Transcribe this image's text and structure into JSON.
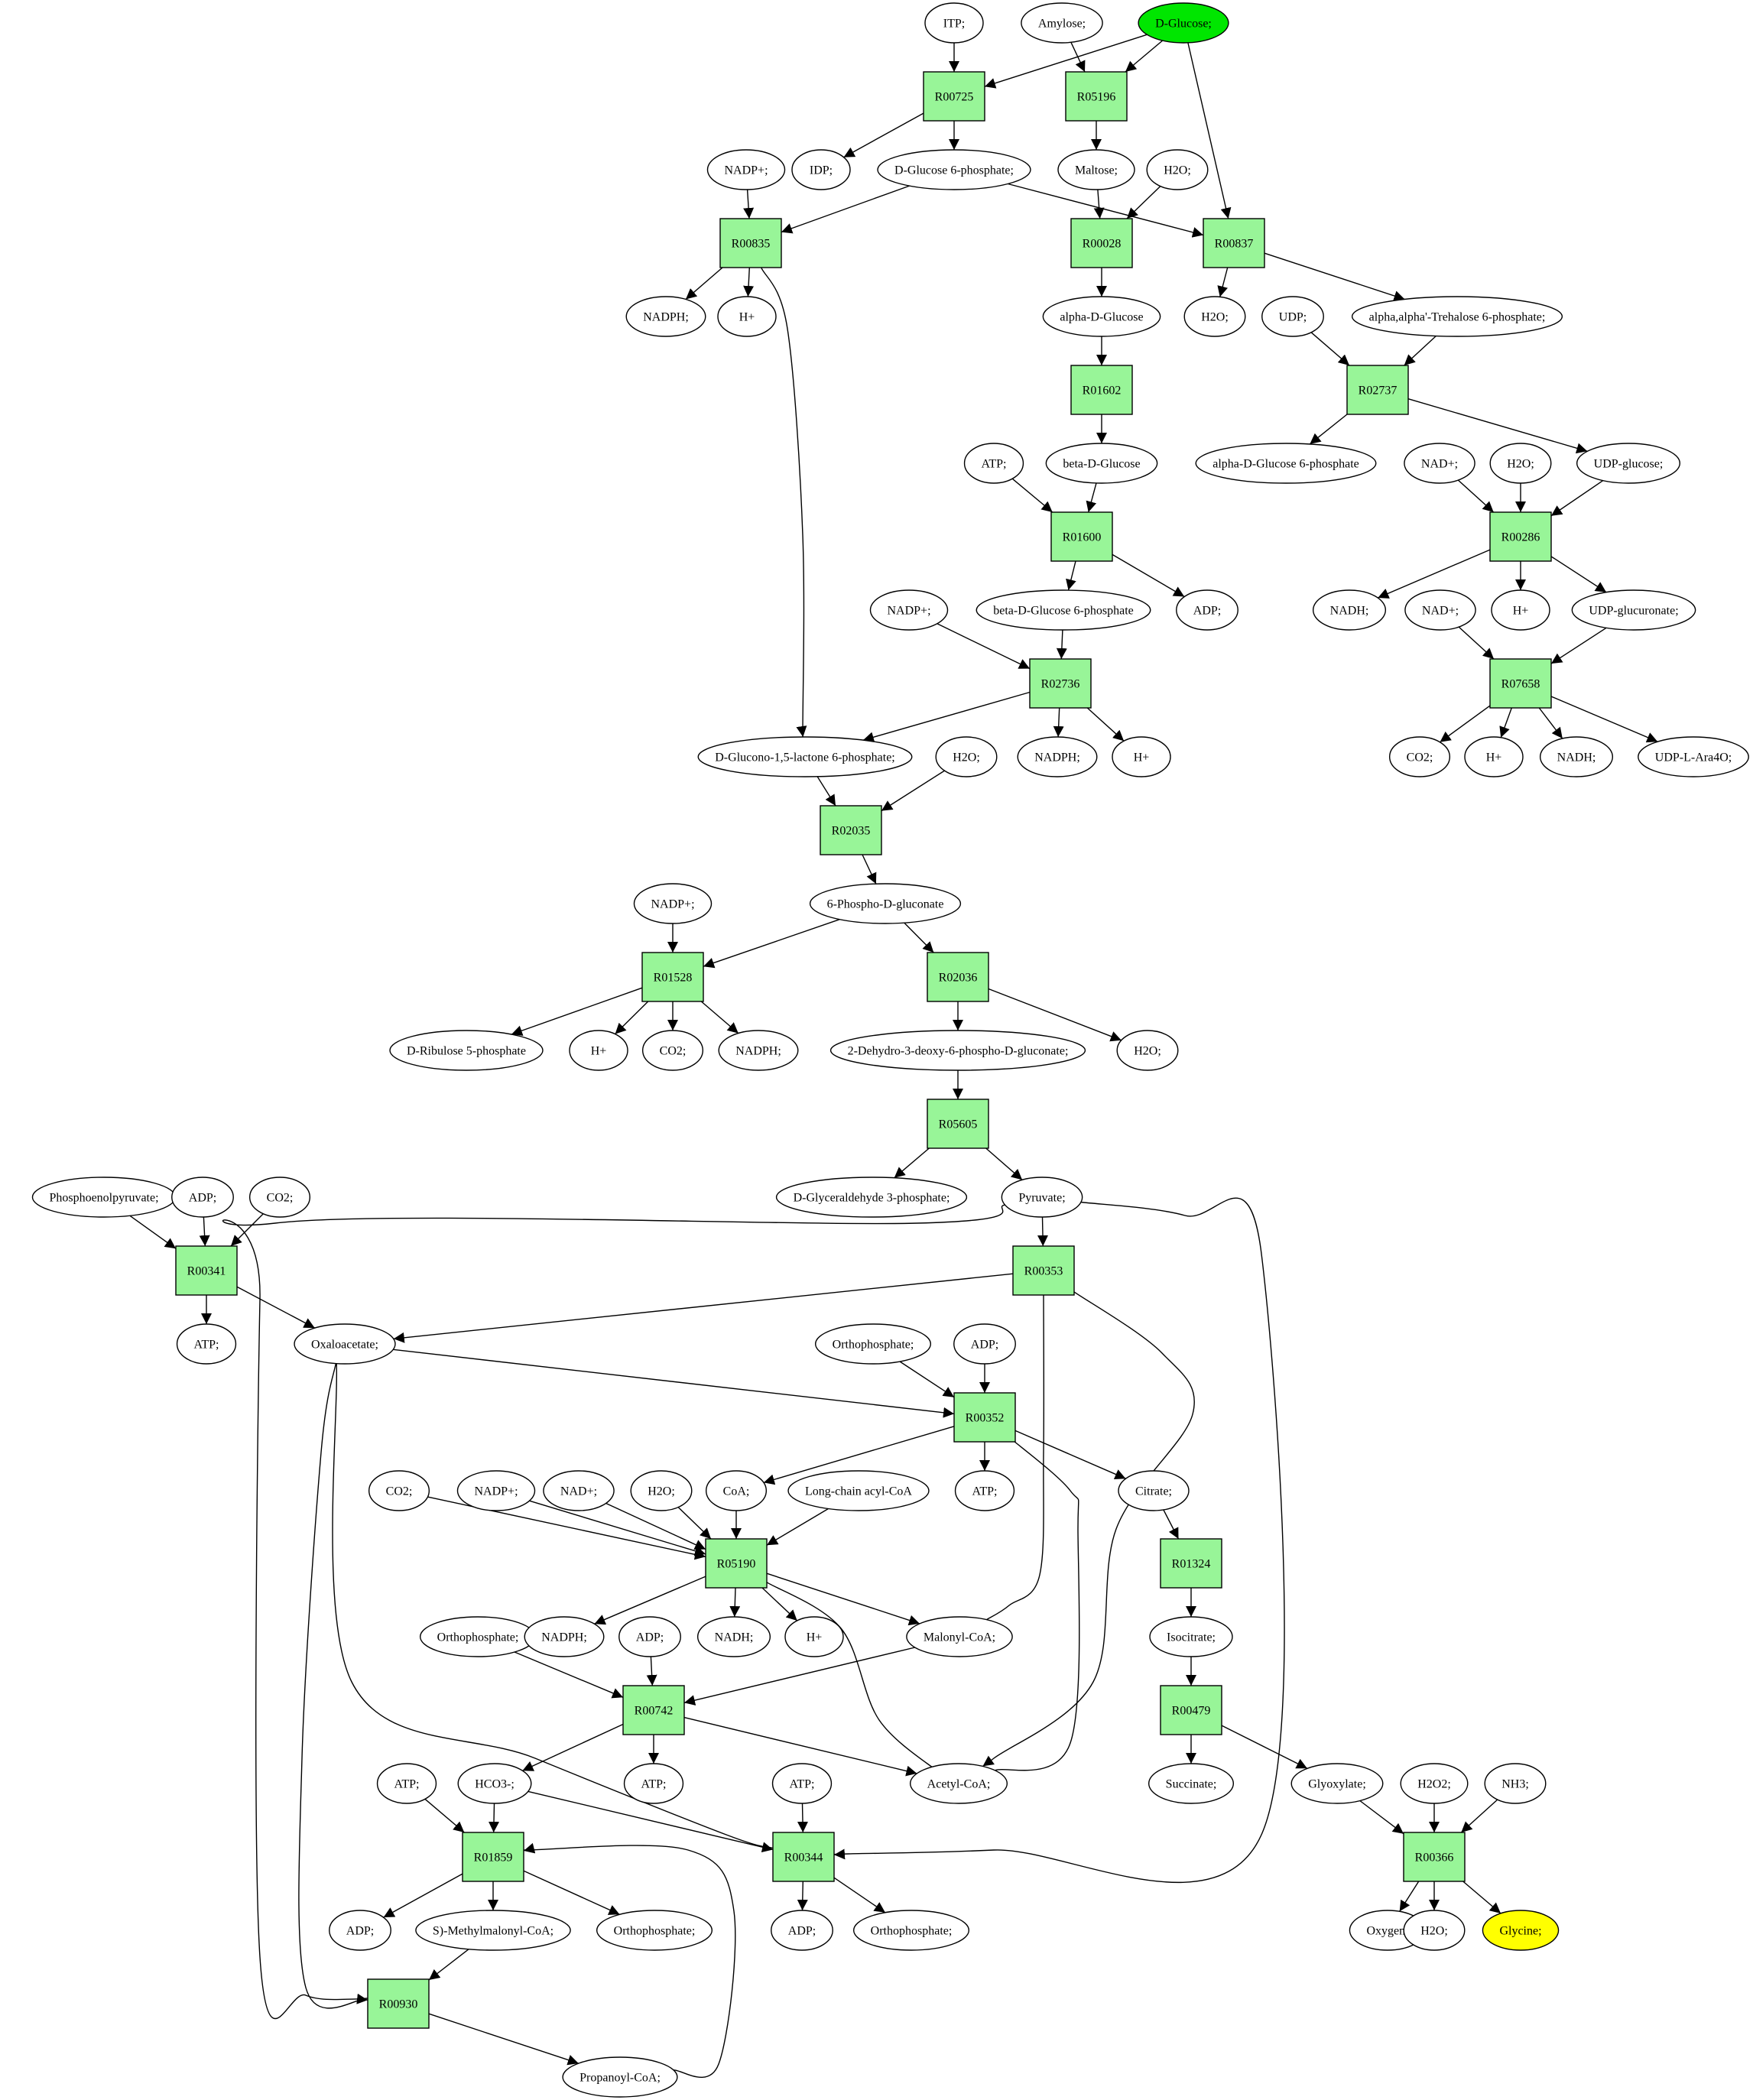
{
  "colors": {
    "reaction_fill": "#98f598",
    "start_fill": "#00e600",
    "target_fill": "#ffff00",
    "node_fill": "#ffffff",
    "stroke": "#000000"
  },
  "nodes": [
    {
      "id": "R00725",
      "label": "R00725",
      "kind": "reaction"
    },
    {
      "id": "R05196",
      "label": "R05196",
      "kind": "reaction"
    },
    {
      "id": "R00835",
      "label": "R00835",
      "kind": "reaction"
    },
    {
      "id": "R00028",
      "label": "R00028",
      "kind": "reaction"
    },
    {
      "id": "R00837",
      "label": "R00837",
      "kind": "reaction"
    },
    {
      "id": "R01602",
      "label": "R01602",
      "kind": "reaction"
    },
    {
      "id": "R02737",
      "label": "R02737",
      "kind": "reaction"
    },
    {
      "id": "R01600",
      "label": "R01600",
      "kind": "reaction"
    },
    {
      "id": "R00286",
      "label": "R00286",
      "kind": "reaction"
    },
    {
      "id": "R02736",
      "label": "R02736",
      "kind": "reaction"
    },
    {
      "id": "R07658",
      "label": "R07658",
      "kind": "reaction"
    },
    {
      "id": "R02035",
      "label": "R02035",
      "kind": "reaction"
    },
    {
      "id": "R01528",
      "label": "R01528",
      "kind": "reaction"
    },
    {
      "id": "R02036",
      "label": "R02036",
      "kind": "reaction"
    },
    {
      "id": "R05605",
      "label": "R05605",
      "kind": "reaction"
    },
    {
      "id": "R00341",
      "label": "R00341",
      "kind": "reaction"
    },
    {
      "id": "R00353",
      "label": "R00353",
      "kind": "reaction"
    },
    {
      "id": "R00352",
      "label": "R00352",
      "kind": "reaction"
    },
    {
      "id": "R05190",
      "label": "R05190",
      "kind": "reaction"
    },
    {
      "id": "R01324",
      "label": "R01324",
      "kind": "reaction"
    },
    {
      "id": "R00742",
      "label": "R00742",
      "kind": "reaction"
    },
    {
      "id": "R00479",
      "label": "R00479",
      "kind": "reaction"
    },
    {
      "id": "R01859",
      "label": "R01859",
      "kind": "reaction"
    },
    {
      "id": "R00344",
      "label": "R00344",
      "kind": "reaction"
    },
    {
      "id": "R00366",
      "label": "R00366",
      "kind": "reaction"
    },
    {
      "id": "R00930",
      "label": "R00930",
      "kind": "reaction"
    },
    {
      "id": "itp",
      "label": "ITP;",
      "kind": "compound"
    },
    {
      "id": "amylose",
      "label": "Amylose;",
      "kind": "compound"
    },
    {
      "id": "dglucose",
      "label": "D-Glucose;",
      "kind": "start"
    },
    {
      "id": "idp",
      "label": "IDP;",
      "kind": "compound"
    },
    {
      "id": "g6p",
      "label": "D-Glucose 6-phosphate;",
      "kind": "compound"
    },
    {
      "id": "maltose",
      "label": "Maltose;",
      "kind": "compound"
    },
    {
      "id": "nadp1",
      "label": "NADP+;",
      "kind": "compound"
    },
    {
      "id": "h2o_a",
      "label": "H2O;",
      "kind": "compound"
    },
    {
      "id": "nadph_a",
      "label": "NADPH;",
      "kind": "compound"
    },
    {
      "id": "hplus_a",
      "label": "H+",
      "kind": "compound"
    },
    {
      "id": "aglc",
      "label": "alpha-D-Glucose",
      "kind": "compound"
    },
    {
      "id": "h2o_b",
      "label": "H2O;",
      "kind": "compound"
    },
    {
      "id": "udp",
      "label": "UDP;",
      "kind": "compound"
    },
    {
      "id": "trehalose6p",
      "label": "alpha,alpha'-Trehalose 6-phosphate;",
      "kind": "compound"
    },
    {
      "id": "atp_a",
      "label": "ATP;",
      "kind": "compound"
    },
    {
      "id": "bglc",
      "label": "beta-D-Glucose",
      "kind": "compound"
    },
    {
      "id": "ag6p",
      "label": "alpha-D-Glucose 6-phosphate",
      "kind": "compound"
    },
    {
      "id": "nad_a",
      "label": "NAD+;",
      "kind": "compound"
    },
    {
      "id": "h2o_c",
      "label": "H2O;",
      "kind": "compound"
    },
    {
      "id": "udpglc",
      "label": "UDP-glucose;",
      "kind": "compound"
    },
    {
      "id": "nadp2",
      "label": "NADP+;",
      "kind": "compound"
    },
    {
      "id": "bg6p",
      "label": "beta-D-Glucose 6-phosphate",
      "kind": "compound"
    },
    {
      "id": "adp_a",
      "label": "ADP;",
      "kind": "compound"
    },
    {
      "id": "nadh_a",
      "label": "NADH;",
      "kind": "compound"
    },
    {
      "id": "nad_b",
      "label": "NAD+;",
      "kind": "compound"
    },
    {
      "id": "hplus_b",
      "label": "H+",
      "kind": "compound"
    },
    {
      "id": "udpglcur",
      "label": "UDP-glucuronate;",
      "kind": "compound"
    },
    {
      "id": "glucono",
      "label": "D-Glucono-1,5-lactone 6-phosphate;",
      "kind": "compound"
    },
    {
      "id": "h2o_d",
      "label": "H2O;",
      "kind": "compound"
    },
    {
      "id": "nadph_b",
      "label": "NADPH;",
      "kind": "compound"
    },
    {
      "id": "hplus_c",
      "label": "H+",
      "kind": "compound"
    },
    {
      "id": "co2_a",
      "label": "CO2;",
      "kind": "compound"
    },
    {
      "id": "hplus_d",
      "label": "H+",
      "kind": "compound"
    },
    {
      "id": "nadh_b",
      "label": "NADH;",
      "kind": "compound"
    },
    {
      "id": "udparа",
      "label": "UDP-L-Ara4O;",
      "kind": "compound"
    },
    {
      "id": "pgluconate",
      "label": "6-Phospho-D-gluconate",
      "kind": "compound"
    },
    {
      "id": "nadp3",
      "label": "NADP+;",
      "kind": "compound"
    },
    {
      "id": "ru5p",
      "label": "D-Ribulose 5-phosphate",
      "kind": "compound"
    },
    {
      "id": "hplus_e",
      "label": "H+",
      "kind": "compound"
    },
    {
      "id": "co2_b",
      "label": "CO2;",
      "kind": "compound"
    },
    {
      "id": "nadph_c",
      "label": "NADPH;",
      "kind": "compound"
    },
    {
      "id": "kdpg",
      "label": "2-Dehydro-3-deoxy-6-phospho-D-gluconate;",
      "kind": "compound"
    },
    {
      "id": "h2o_e",
      "label": "H2O;",
      "kind": "compound"
    },
    {
      "id": "pep",
      "label": "Phosphoenolpyruvate;",
      "kind": "compound"
    },
    {
      "id": "adp_b",
      "label": "ADP;",
      "kind": "compound"
    },
    {
      "id": "co2_c",
      "label": "CO2;",
      "kind": "compound"
    },
    {
      "id": "ga3p",
      "label": "D-Glyceraldehyde 3-phosphate;",
      "kind": "compound"
    },
    {
      "id": "pyruvate",
      "label": "Pyruvate;",
      "kind": "compound"
    },
    {
      "id": "atp_b",
      "label": "ATP;",
      "kind": "compound"
    },
    {
      "id": "oaa",
      "label": "Oxaloacetate;",
      "kind": "compound"
    },
    {
      "id": "pi_a",
      "label": "Orthophosphate;",
      "kind": "compound"
    },
    {
      "id": "adp_c",
      "label": "ADP;",
      "kind": "compound"
    },
    {
      "id": "co2_d",
      "label": "CO2;",
      "kind": "compound"
    },
    {
      "id": "nadp4",
      "label": "NADP+;",
      "kind": "compound"
    },
    {
      "id": "nad_c",
      "label": "NAD+;",
      "kind": "compound"
    },
    {
      "id": "h2o_f",
      "label": "H2O;",
      "kind": "compound"
    },
    {
      "id": "coa",
      "label": "CoA;",
      "kind": "compound"
    },
    {
      "id": "lcacoa",
      "label": "Long-chain acyl-CoA",
      "kind": "compound"
    },
    {
      "id": "atp_c",
      "label": "ATP;",
      "kind": "compound"
    },
    {
      "id": "citrate",
      "label": "Citrate;",
      "kind": "compound"
    },
    {
      "id": "pi_b",
      "label": "Orthophosphate;",
      "kind": "compound"
    },
    {
      "id": "nadph_d",
      "label": "NADPH;",
      "kind": "compound"
    },
    {
      "id": "adp_d",
      "label": "ADP;",
      "kind": "compound"
    },
    {
      "id": "nadh_c",
      "label": "NADH;",
      "kind": "compound"
    },
    {
      "id": "hplus_f",
      "label": "H+",
      "kind": "compound"
    },
    {
      "id": "malcoa",
      "label": "Malonyl-CoA;",
      "kind": "compound"
    },
    {
      "id": "isocitrate",
      "label": "Isocitrate;",
      "kind": "compound"
    },
    {
      "id": "atp_d",
      "label": "ATP;",
      "kind": "compound"
    },
    {
      "id": "hco3",
      "label": "HCO3-;",
      "kind": "compound"
    },
    {
      "id": "atp_e",
      "label": "ATP;",
      "kind": "compound"
    },
    {
      "id": "atp_f",
      "label": "ATP;",
      "kind": "compound"
    },
    {
      "id": "acetylcoa",
      "label": "Acetyl-CoA;",
      "kind": "compound"
    },
    {
      "id": "succinate",
      "label": "Succinate;",
      "kind": "compound"
    },
    {
      "id": "glyoxylate",
      "label": "Glyoxylate;",
      "kind": "compound"
    },
    {
      "id": "h2o2",
      "label": "H2O2;",
      "kind": "compound"
    },
    {
      "id": "nh3",
      "label": "NH3;",
      "kind": "compound"
    },
    {
      "id": "adp_e",
      "label": "ADP;",
      "kind": "compound"
    },
    {
      "id": "smmcoa",
      "label": "S)-Methylmalonyl-CoA;",
      "kind": "compound"
    },
    {
      "id": "pi_c",
      "label": "Orthophosphate;",
      "kind": "compound"
    },
    {
      "id": "adp_f",
      "label": "ADP;",
      "kind": "compound"
    },
    {
      "id": "pi_d",
      "label": "Orthophosphate;",
      "kind": "compound"
    },
    {
      "id": "oxygen",
      "label": "Oxygen;",
      "kind": "compound"
    },
    {
      "id": "h2o_g",
      "label": "H2O;",
      "kind": "compound"
    },
    {
      "id": "glycine",
      "label": "Glycine;",
      "kind": "target"
    },
    {
      "id": "propcoa",
      "label": "Propanoyl-CoA;",
      "kind": "compound"
    }
  ],
  "edges": [
    [
      "itp",
      "R00725"
    ],
    [
      "dglucose",
      "R00725"
    ],
    [
      "R00725",
      "idp"
    ],
    [
      "R00725",
      "g6p"
    ],
    [
      "amylose",
      "R05196"
    ],
    [
      "dglucose",
      "R05196"
    ],
    [
      "R05196",
      "maltose"
    ],
    [
      "dglucose",
      "R00837"
    ],
    [
      "g6p",
      "R00837"
    ],
    [
      "R00837",
      "h2o_b"
    ],
    [
      "R00837",
      "trehalose6p"
    ],
    [
      "nadp1",
      "R00835"
    ],
    [
      "g6p",
      "R00835"
    ],
    [
      "R00835",
      "nadph_a"
    ],
    [
      "R00835",
      "hplus_a"
    ],
    [
      "R00835",
      "glucono"
    ],
    [
      "maltose",
      "R00028"
    ],
    [
      "h2o_a",
      "R00028"
    ],
    [
      "R00028",
      "aglc"
    ],
    [
      "aglc",
      "R01602"
    ],
    [
      "R01602",
      "bglc"
    ],
    [
      "udp",
      "R02737"
    ],
    [
      "trehalose6p",
      "R02737"
    ],
    [
      "R02737",
      "ag6p"
    ],
    [
      "R02737",
      "udpglc"
    ],
    [
      "atp_a",
      "R01600"
    ],
    [
      "bglc",
      "R01600"
    ],
    [
      "R01600",
      "bg6p"
    ],
    [
      "R01600",
      "adp_a"
    ],
    [
      "nad_a",
      "R00286"
    ],
    [
      "h2o_c",
      "R00286"
    ],
    [
      "udpglc",
      "R00286"
    ],
    [
      "R00286",
      "nadh_a"
    ],
    [
      "R00286",
      "hplus_b"
    ],
    [
      "R00286",
      "udpglcur"
    ],
    [
      "nadp2",
      "R02736"
    ],
    [
      "bg6p",
      "R02736"
    ],
    [
      "R02736",
      "glucono"
    ],
    [
      "R02736",
      "nadph_b"
    ],
    [
      "R02736",
      "hplus_c"
    ],
    [
      "nad_b",
      "R07658"
    ],
    [
      "udpglcur",
      "R07658"
    ],
    [
      "R07658",
      "co2_a"
    ],
    [
      "R07658",
      "hplus_d"
    ],
    [
      "R07658",
      "nadh_b"
    ],
    [
      "R07658",
      "udparа"
    ],
    [
      "glucono",
      "R02035"
    ],
    [
      "h2o_d",
      "R02035"
    ],
    [
      "R02035",
      "pgluconate"
    ],
    [
      "nadp3",
      "R01528"
    ],
    [
      "pgluconate",
      "R01528"
    ],
    [
      "R01528",
      "ru5p"
    ],
    [
      "R01528",
      "hplus_e"
    ],
    [
      "R01528",
      "co2_b"
    ],
    [
      "R01528",
      "nadph_c"
    ],
    [
      "pgluconate",
      "R02036"
    ],
    [
      "R02036",
      "kdpg"
    ],
    [
      "R02036",
      "h2o_e"
    ],
    [
      "kdpg",
      "R05605"
    ],
    [
      "R05605",
      "ga3p"
    ],
    [
      "R05605",
      "pyruvate"
    ],
    [
      "pep",
      "R00341"
    ],
    [
      "adp_b",
      "R00341"
    ],
    [
      "co2_c",
      "R00341"
    ],
    [
      "R00341",
      "atp_b"
    ],
    [
      "R00341",
      "oaa"
    ],
    [
      "pyruvate",
      "R00353"
    ],
    [
      "R00353",
      "oaa"
    ],
    [
      "R00353",
      "acetylcoa"
    ],
    [
      "pi_a",
      "R00352"
    ],
    [
      "adp_c",
      "R00352"
    ],
    [
      "oaa",
      "R00352"
    ],
    [
      "acetylcoa",
      "R00352"
    ],
    [
      "R00352",
      "coa"
    ],
    [
      "R00352",
      "atp_c"
    ],
    [
      "R00352",
      "citrate"
    ],
    [
      "co2_d",
      "R05190"
    ],
    [
      "nadp4",
      "R05190"
    ],
    [
      "nad_c",
      "R05190"
    ],
    [
      "h2o_f",
      "R05190"
    ],
    [
      "coa",
      "R05190"
    ],
    [
      "lcacoa",
      "R05190"
    ],
    [
      "R05190",
      "nadph_d"
    ],
    [
      "R05190",
      "nadh_c"
    ],
    [
      "R05190",
      "hplus_f"
    ],
    [
      "R05190",
      "malcoa"
    ],
    [
      "R05190",
      "acetylcoa"
    ],
    [
      "citrate",
      "R01324"
    ],
    [
      "R01324",
      "isocitrate"
    ],
    [
      "pi_b",
      "R00742"
    ],
    [
      "adp_d",
      "R00742"
    ],
    [
      "malcoa",
      "R00742"
    ],
    [
      "R00742",
      "atp_d"
    ],
    [
      "R00742",
      "hco3"
    ],
    [
      "R00742",
      "acetylcoa"
    ],
    [
      "malcoa",
      "R00353"
    ],
    [
      "isocitrate",
      "R00479"
    ],
    [
      "R00479",
      "succinate"
    ],
    [
      "R00479",
      "glyoxylate"
    ],
    [
      "atp_e",
      "R01859"
    ],
    [
      "hco3",
      "R01859"
    ],
    [
      "propcoa",
      "R01859"
    ],
    [
      "R01859",
      "adp_e"
    ],
    [
      "R01859",
      "smmcoa"
    ],
    [
      "R01859",
      "pi_c"
    ],
    [
      "atp_f",
      "R00344"
    ],
    [
      "hco3",
      "R00344"
    ],
    [
      "pyruvate",
      "R00344"
    ],
    [
      "R00344",
      "adp_f"
    ],
    [
      "R00344",
      "pi_d"
    ],
    [
      "R00344",
      "oaa"
    ],
    [
      "glyoxylate",
      "R00366"
    ],
    [
      "h2o2",
      "R00366"
    ],
    [
      "nh3",
      "R00366"
    ],
    [
      "R00366",
      "oxygen"
    ],
    [
      "R00366",
      "h2o_g"
    ],
    [
      "R00366",
      "glycine"
    ],
    [
      "smmcoa",
      "R00930"
    ],
    [
      "pyruvate",
      "R00930"
    ],
    [
      "R00930",
      "oaa"
    ],
    [
      "R00930",
      "propcoa"
    ]
  ]
}
